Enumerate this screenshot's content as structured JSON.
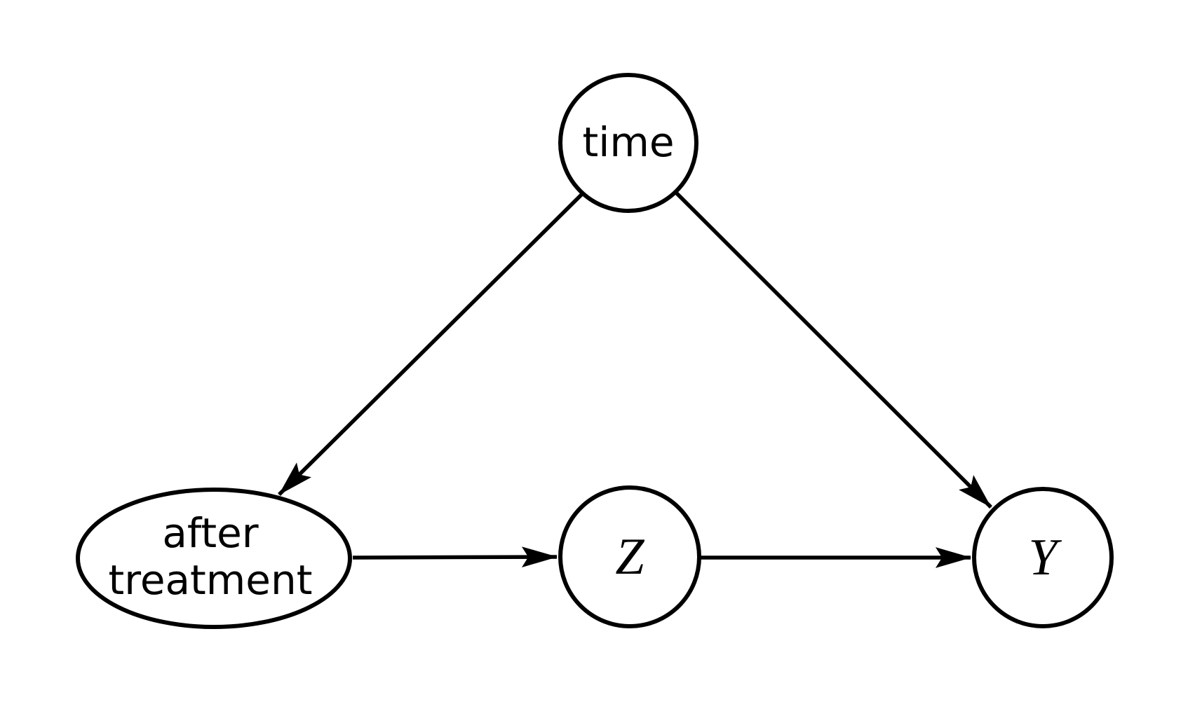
{
  "diagram": {
    "type": "causal-dag",
    "background_color": "#ffffff",
    "stroke_color": "#000000",
    "nodes": {
      "time": {
        "shape": "circle",
        "label": "time"
      },
      "after_treatment": {
        "shape": "ellipse",
        "label_lines": [
          "after",
          "treatment"
        ]
      },
      "z": {
        "shape": "circle",
        "label": "Z"
      },
      "y": {
        "shape": "circle",
        "label": "Y"
      }
    },
    "edges": [
      {
        "from": "time",
        "to": "after_treatment",
        "directed": true
      },
      {
        "from": "time",
        "to": "y",
        "directed": true
      },
      {
        "from": "after_treatment",
        "to": "z",
        "directed": true
      },
      {
        "from": "z",
        "to": "y",
        "directed": true
      }
    ]
  }
}
